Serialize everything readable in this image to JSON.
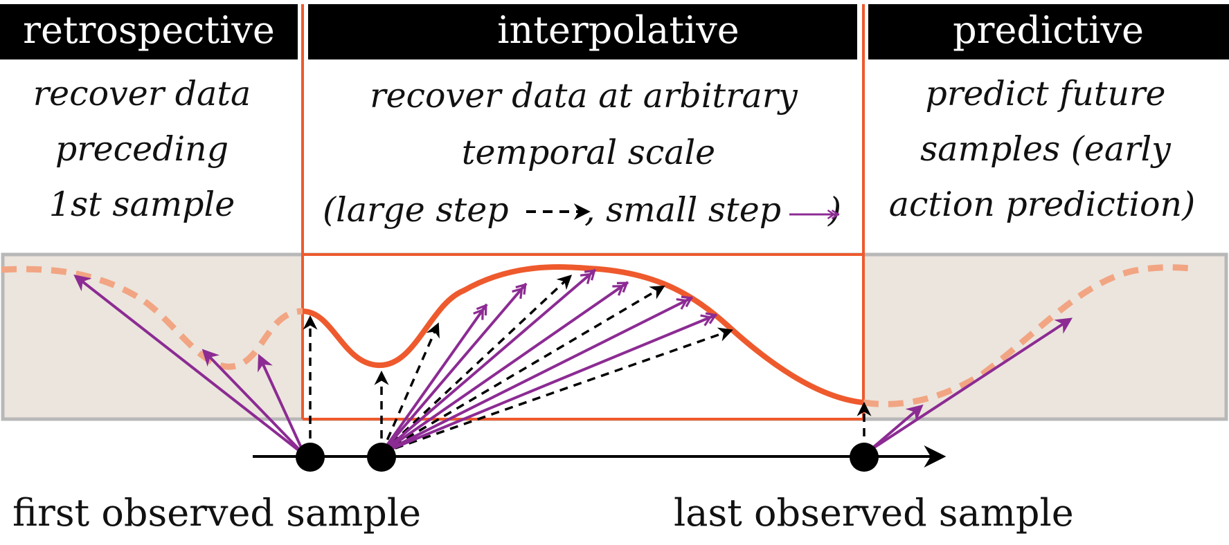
{
  "sections": [
    {
      "header": "retrospective",
      "lines": [
        "recover data",
        "preceding",
        "1st sample"
      ]
    },
    {
      "header": "interpolative",
      "lines": [
        "recover data at arbitrary",
        "temporal scale",
        "(large step",
        ", small step",
        ")"
      ]
    },
    {
      "header": "predictive",
      "lines": [
        "predict future",
        "samples (early",
        "action prediction)"
      ]
    }
  ],
  "captions": {
    "first": "first observed sample",
    "last": "last observed sample"
  },
  "colors": {
    "header_bg": "#000000",
    "accent": "#ee5a2d",
    "dashed_curve": "#f2a583",
    "arrow_purple": "#8c2b93",
    "band_bg": "#ebe5dd",
    "band_border": "#b8b8b8"
  }
}
